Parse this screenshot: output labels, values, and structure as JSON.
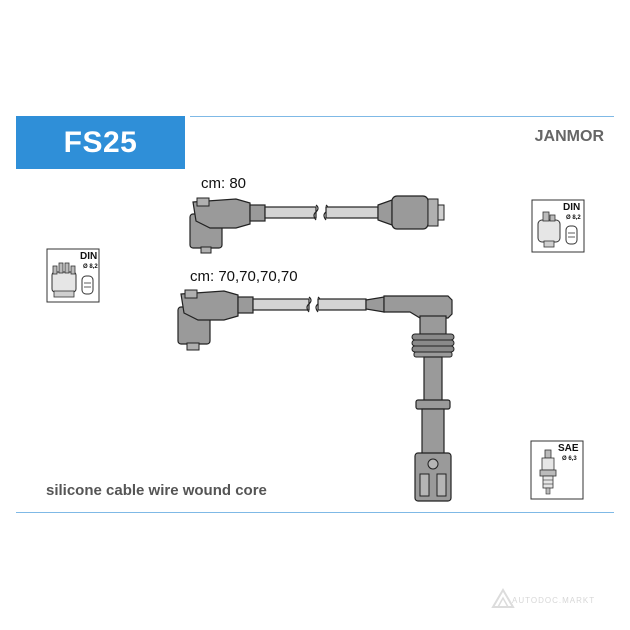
{
  "product": {
    "code": "FS25",
    "brand": "JANMOR"
  },
  "cables": {
    "short_label": "cm: 80",
    "long_label": "cm: 70,70,70,70"
  },
  "badges": {
    "left": {
      "standard": "DIN",
      "size": "Ø 8,2"
    },
    "right": {
      "standard": "DIN",
      "size": "Ø 8,2"
    },
    "plug": {
      "standard": "SAE",
      "size": "Ø 6,3"
    }
  },
  "footer": {
    "description": "silicone cable wire wound core"
  },
  "watermark": {
    "text": "AUTODOC.MARKT"
  },
  "colors": {
    "accent": "#2f8fd8",
    "boot_fill": "#9a9a9a",
    "cable_fill": "#d4d4d4"
  }
}
